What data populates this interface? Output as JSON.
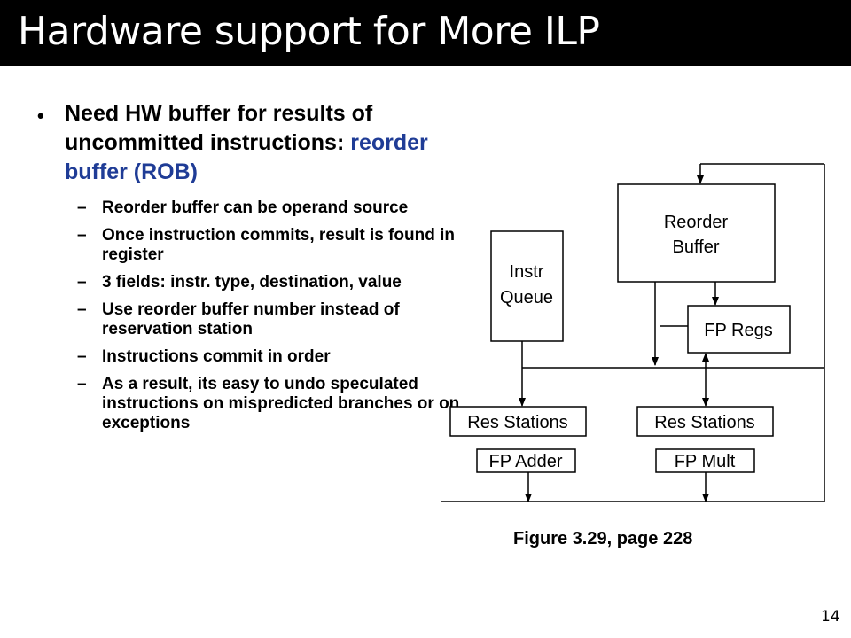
{
  "slide": {
    "title": "Hardware support for More ILP",
    "page_number": "14"
  },
  "main_bullet": {
    "bullet": "•",
    "text": "Need HW buffer for results of uncommitted instructions:",
    "highlight": "reorder buffer (ROB)",
    "highlight_color": "#1f3c96"
  },
  "sub_bullets": [
    {
      "dash": "–",
      "text": "Reorder buffer can be operand source"
    },
    {
      "dash": "–",
      "text": "Once instruction commits, result is found in register"
    },
    {
      "dash": "–",
      "text": "3 fields: instr. type, destination, value"
    },
    {
      "dash": "–",
      "text": "Use reorder buffer number instead of reservation station"
    },
    {
      "dash": "–",
      "text": "Instructions commit in order"
    },
    {
      "dash": "–",
      "text": "As a result, its easy to undo speculated instructions on mispredicted branches or on exceptions"
    }
  ],
  "diagram": {
    "reorder_buffer_line1": "Reorder",
    "reorder_buffer_line2": "Buffer",
    "instr_queue_line1": "Instr",
    "instr_queue_line2": "Queue",
    "fp_regs": "FP Regs",
    "res_stations_left": "Res Stations",
    "res_stations_right": "Res Stations",
    "fp_adder": "FP Adder",
    "fp_mult": "FP Mult"
  },
  "figure_caption": "Figure 3.29, page 228"
}
